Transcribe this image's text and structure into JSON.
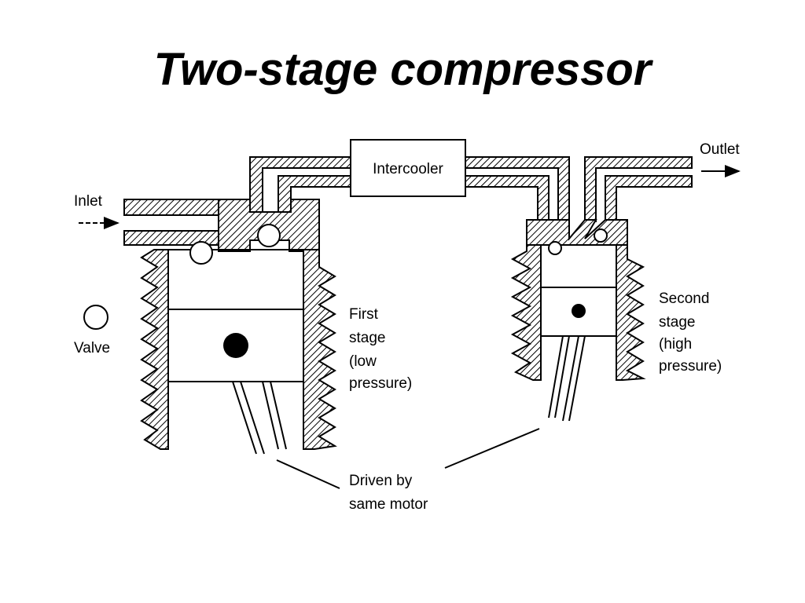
{
  "title": "Two-stage compressor",
  "labels": {
    "inlet": "Inlet",
    "outlet": "Outlet",
    "intercooler": "Intercooler",
    "valve": "Valve",
    "first_stage": [
      "First",
      "stage",
      "(low",
      "pressure)"
    ],
    "second_stage": [
      "Second",
      "stage",
      "(high",
      "pressure)"
    ],
    "driven_by": [
      "Driven by",
      "same motor"
    ]
  }
}
